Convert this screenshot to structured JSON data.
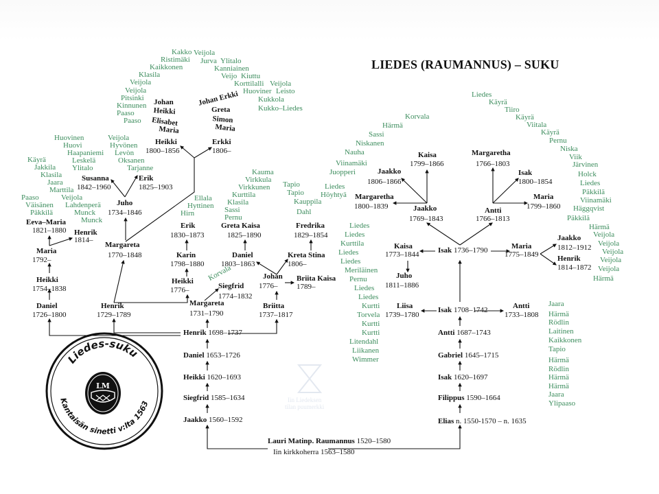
{
  "title": "LIEDES (RAUMANNUS) – SUKU",
  "persons": [
    {
      "name": "Heikki",
      "years": "1800–1856"
    },
    {
      "name": "Erkki",
      "years": "1806–"
    },
    {
      "name": "Susanna",
      "years": "1842–1960"
    },
    {
      "name": "Erik",
      "years": "1825–1903"
    },
    {
      "name": "Juho",
      "years": "1734–1846"
    },
    {
      "name": "Eeva–Maria",
      "years": "1821–1880"
    },
    {
      "name": "Henrik",
      "years": "1814–"
    },
    {
      "name": "Maria",
      "years": "1792–"
    },
    {
      "name": "Margareta",
      "years": "1770–1848"
    },
    {
      "name": "Erik",
      "years": "1830–1873"
    },
    {
      "name": "Karin",
      "years": "1798–1880"
    },
    {
      "name": "Heikki",
      "years": "1776–"
    },
    {
      "name": "Heikki",
      "years": "1754–1838"
    },
    {
      "name": "Daniel",
      "years": "1726–1800"
    },
    {
      "name": "Henrik",
      "years": "1729–1789"
    },
    {
      "name": "Margareta",
      "years": "1731–1790"
    },
    {
      "name": "Siegfrid",
      "years": "1774–1832"
    },
    {
      "name": "Greta Kaisa",
      "years": "1825–1890"
    },
    {
      "name": "Daniel",
      "years": "1803–1863"
    },
    {
      "name": "Johan",
      "years": "1776–"
    },
    {
      "name": "Kreta Stina",
      "years": "1806–"
    },
    {
      "name": "Briita Kaisa",
      "years": "1789–"
    },
    {
      "name": "Fredrika",
      "years": "1829–1854"
    },
    {
      "name": "Briitta",
      "years": "1737–1817"
    },
    {
      "name": "Henrik",
      "years": "1698–1737"
    },
    {
      "name": "Daniel",
      "years": "1653–1726"
    },
    {
      "name": "Heikki",
      "years": "1620–1693"
    },
    {
      "name": "Siegfrid",
      "years": "1585–1634"
    },
    {
      "name": "Jaakko",
      "years": "1560–1592"
    },
    {
      "name": "Lauri Matinp. Raumannus",
      "years": "1520–1580"
    },
    {
      "name": "Kaisa",
      "years": "1799–1866"
    },
    {
      "name": "Jaakko",
      "years": "1806–1866"
    },
    {
      "name": "Margaretha",
      "years": "1800–1839"
    },
    {
      "name": "Jaakko",
      "years": "1769–1843"
    },
    {
      "name": "Margaretha",
      "years": "1766–1803"
    },
    {
      "name": "Isak",
      "years": "1800–1854"
    },
    {
      "name": "Maria",
      "years": "1799–1860"
    },
    {
      "name": "Antti",
      "years": "1766–1813"
    },
    {
      "name": "Kaisa",
      "years": "1773–1844"
    },
    {
      "name": "Juho",
      "years": "1811–1886"
    },
    {
      "name": "Isak",
      "years": "1736–1790"
    },
    {
      "name": "Maria",
      "years": "1775–1849"
    },
    {
      "name": "Jaakko",
      "years": "1812–1912"
    },
    {
      "name": "Henrik",
      "years": "1814–1872"
    },
    {
      "name": "Liisa",
      "years": "1739–1780"
    },
    {
      "name": "Isak",
      "years": "1708–1742"
    },
    {
      "name": "Antti",
      "years": "1733–1808"
    },
    {
      "name": "Antti",
      "years": "1687–1743"
    },
    {
      "name": "Gabriel",
      "years": "1645–1715"
    },
    {
      "name": "Isak",
      "years": "1620–1697"
    },
    {
      "name": "Filippus",
      "years": "1590–1664"
    },
    {
      "name": "Elias",
      "years": "n. 1550-1570 – n. 1635"
    }
  ],
  "lauri_note": "Iin kirkkoherra 1563–1580",
  "children_arcs": {
    "heikki": [
      "Johan",
      "Heikki",
      "Elisabet",
      "Maria"
    ],
    "erkki": [
      "Johan Erkki",
      "Greta",
      "Simon",
      "Maria"
    ]
  },
  "surnames": [
    "Kakko",
    "Veijola",
    "Ristimäki",
    "Jurva",
    "Ylitalo",
    "Kaikkonen",
    "Kanniainen",
    "Klasila",
    "Veijo",
    "Kiuttu",
    "Veijola",
    "Korttilalli",
    "Veijola",
    "Huoviner",
    "Leisto",
    "Veijola",
    "Pitsinki",
    "Kukkola",
    "Kinnunen",
    "Kukko–Liedes",
    "Paaso",
    "Paaso",
    "Huovinen",
    "Veijola",
    "Huovi",
    "Hyvönen",
    "Haapaniemi",
    "Levòn",
    "Käyrä",
    "Leskelä",
    "Oksanen",
    "Ylitalo",
    "Tarjanne",
    "Jakkila",
    "Klasila",
    "Jaara",
    "Marttila",
    "Veijola",
    "Paaso",
    "Väisänen",
    "Lahdenperä",
    "Päkkilä",
    "Munck",
    "Munck",
    "Ellala",
    "Hyttinen",
    "Hirn",
    "Kauma",
    "Virkkula",
    "Virkkunen",
    "Kurttila",
    "Klasila",
    "Sassi",
    "Pernu",
    "Korvala",
    "Tapio",
    "Tapio",
    "Kauppila",
    "Dahl",
    "Liedes",
    "Höyhtyä",
    "Liedes",
    "Liedes",
    "Kurttila",
    "Liedes",
    "Liedes",
    "Meriläinen",
    "Pernu",
    "Liedes",
    "Liedes",
    "Kurtti",
    "Torvela",
    "Kurtti",
    "Kurtti",
    "Litendahl",
    "Liikanen",
    "Wimmer",
    "Korvala",
    "Härmä",
    "Sassi",
    "Niskanen",
    "Nauha",
    "Viinamäki",
    "Juopperi",
    "Liedes",
    "Käyrä",
    "Tiiro",
    "Käyrä",
    "Viitala",
    "Käyrä",
    "Pernu",
    "Niska",
    "Viik",
    "Järvinen",
    "Holck",
    "Liedes",
    "Päkkilä",
    "Viinamäki",
    "Häggqvist",
    "Päkkilä",
    "Härmä",
    "Veijola",
    "Veijola",
    "Veijola",
    "Veijola",
    "Veijola",
    "Härmä",
    "Jaara",
    "Härmä",
    "Rödlin",
    "Laitinen",
    "Kaikkonen",
    "Tapio",
    "Härmä",
    "Rödlin",
    "Härmä",
    "Härmä",
    "Jaara",
    "Ylipaaso"
  ],
  "seal": {
    "top": "Liedes-suku",
    "bottom": "Kantaisän sinetti v:lta 1563",
    "mark": "LM"
  },
  "watermark": [
    "Iin Liedeksen",
    "tilan puumerkki"
  ],
  "colors": {
    "surname": "#3b8c5c",
    "ink": "#111111"
  }
}
